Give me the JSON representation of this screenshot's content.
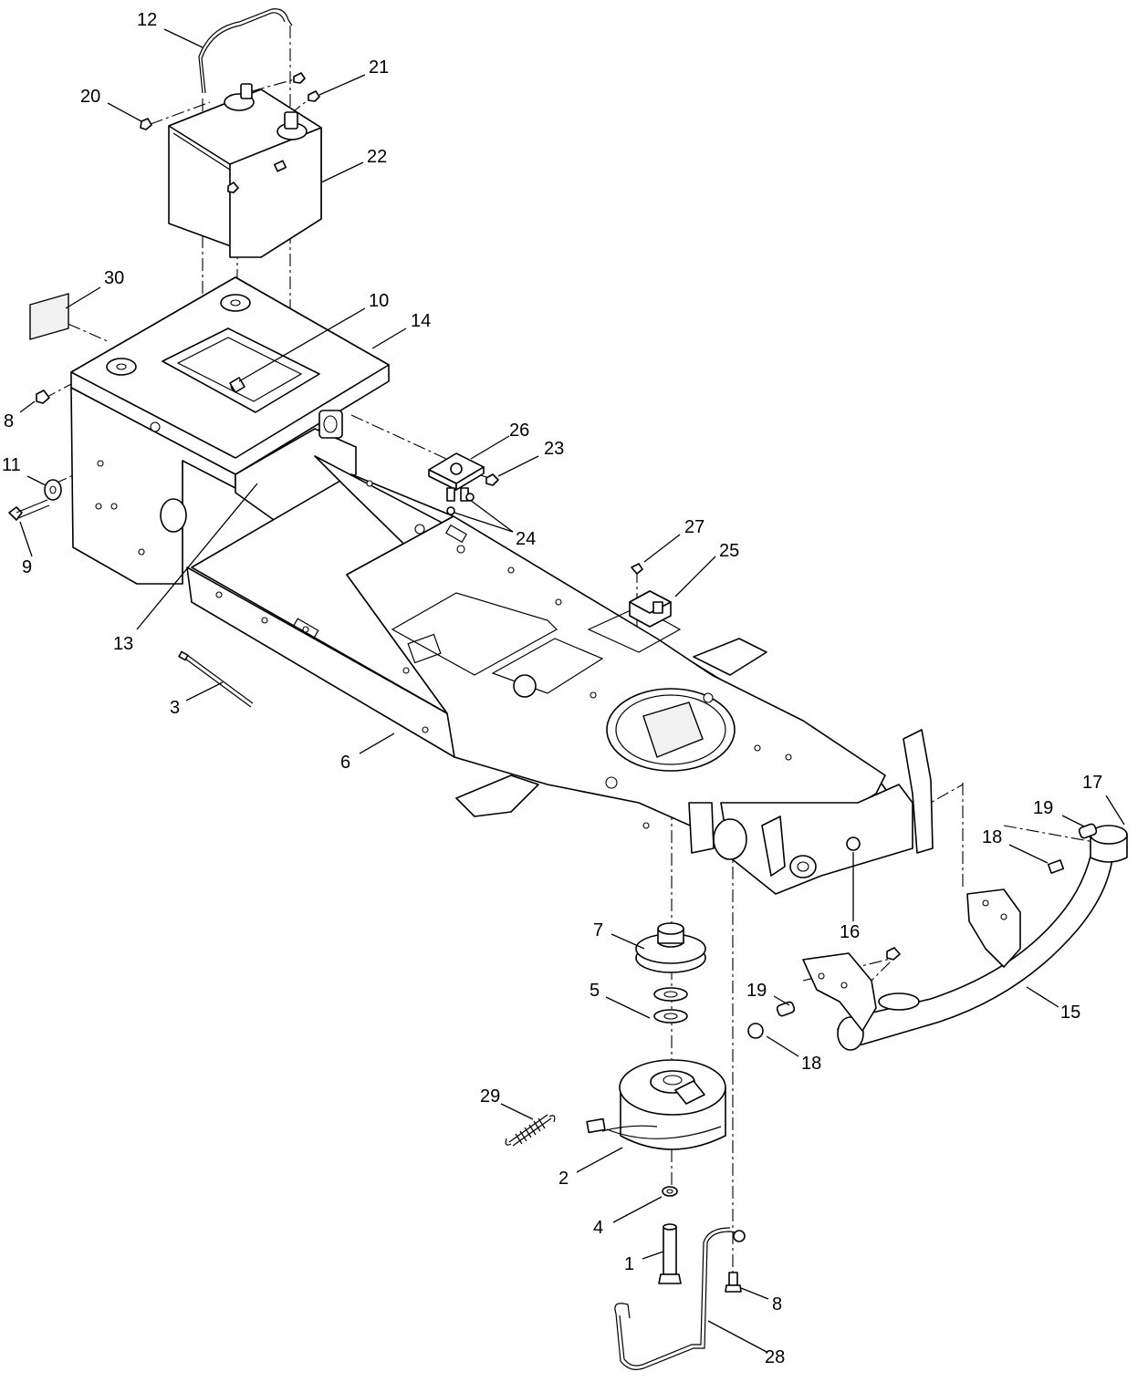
{
  "diagram": {
    "callouts": [
      {
        "id": "12",
        "label": "12"
      },
      {
        "id": "21",
        "label": "21"
      },
      {
        "id": "20",
        "label": "20"
      },
      {
        "id": "22",
        "label": "22"
      },
      {
        "id": "30",
        "label": "30"
      },
      {
        "id": "10",
        "label": "10"
      },
      {
        "id": "14",
        "label": "14"
      },
      {
        "id": "8a",
        "label": "8"
      },
      {
        "id": "26",
        "label": "26"
      },
      {
        "id": "23",
        "label": "23"
      },
      {
        "id": "11",
        "label": "11"
      },
      {
        "id": "24",
        "label": "24"
      },
      {
        "id": "9",
        "label": "9"
      },
      {
        "id": "27",
        "label": "27"
      },
      {
        "id": "25",
        "label": "25"
      },
      {
        "id": "13",
        "label": "13"
      },
      {
        "id": "3",
        "label": "3"
      },
      {
        "id": "6",
        "label": "6"
      },
      {
        "id": "17",
        "label": "17"
      },
      {
        "id": "19a",
        "label": "19"
      },
      {
        "id": "18a",
        "label": "18"
      },
      {
        "id": "16",
        "label": "16"
      },
      {
        "id": "7",
        "label": "7"
      },
      {
        "id": "5",
        "label": "5"
      },
      {
        "id": "19b",
        "label": "19"
      },
      {
        "id": "15",
        "label": "15"
      },
      {
        "id": "18b",
        "label": "18"
      },
      {
        "id": "29",
        "label": "29"
      },
      {
        "id": "2",
        "label": "2"
      },
      {
        "id": "4",
        "label": "4"
      },
      {
        "id": "1",
        "label": "1"
      },
      {
        "id": "8b",
        "label": "8"
      },
      {
        "id": "28",
        "label": "28"
      }
    ]
  }
}
